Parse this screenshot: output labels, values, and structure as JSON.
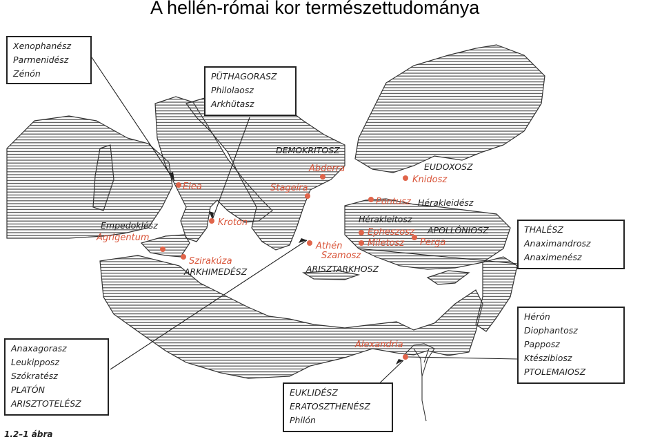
{
  "title": "A hellén-római kor természettudománya",
  "figure_caption": "1.2–1 ábra",
  "colors": {
    "city_dot": "#e0644a",
    "city_label": "#d9553a",
    "ink": "#222222",
    "land_hatch": "#555555"
  },
  "boxes": {
    "eleatic": [
      "Xenophanész",
      "Parmenidész",
      "Zénón"
    ],
    "pythagorean": [
      "PÜTHAGORASZ",
      "Philolaosz",
      "Arkhütasz"
    ],
    "milesian": [
      "THALÉSZ",
      "Anaximandrosz",
      "Anaximenész"
    ],
    "athenian": [
      "Anaxagorasz",
      "Leukipposz",
      "Szókratész",
      "PLATÓN",
      "ARISZTOTELÉSZ"
    ],
    "alexandrian_engineers": [
      "Hérón",
      "Diophantosz",
      "Papposz",
      "Ktészibiosz",
      "PTOLEMAIOSZ"
    ],
    "alexandrian_mathematicians": [
      "EUKLIDÉSZ",
      "ERATOSZTHENÉSZ",
      "Philón"
    ]
  },
  "cities": {
    "elea": "Elea",
    "kroton": "Kroton",
    "agrigentum": "Agrigentum",
    "szirakuza": "Szirakúza",
    "stageira": "Stageira",
    "abderra": "Abderra",
    "athen": "Athén",
    "szamosz": "Szamosz",
    "epheszosz": "Epheszosz",
    "miletosz": "Miletosz",
    "perga": "Perga",
    "pontusz": "Pontusz",
    "knidosz": "Knidosz",
    "alexandria": "Alexandria"
  },
  "philosophers": {
    "demokritosz": "DEMOKRITOSZ",
    "eudoxosz": "EUDOXOSZ",
    "herakleidesz": "Hérakleidész",
    "herakleitosz": "Hérakleitosz",
    "apollonioszp": "APOLLÓNIOSZ",
    "empedoklesz": "Empedoklész",
    "arkhimedesz": "ARKHIMEDÉSZ",
    "arisztarkhosz": "ARISZTARKHOSZ"
  }
}
